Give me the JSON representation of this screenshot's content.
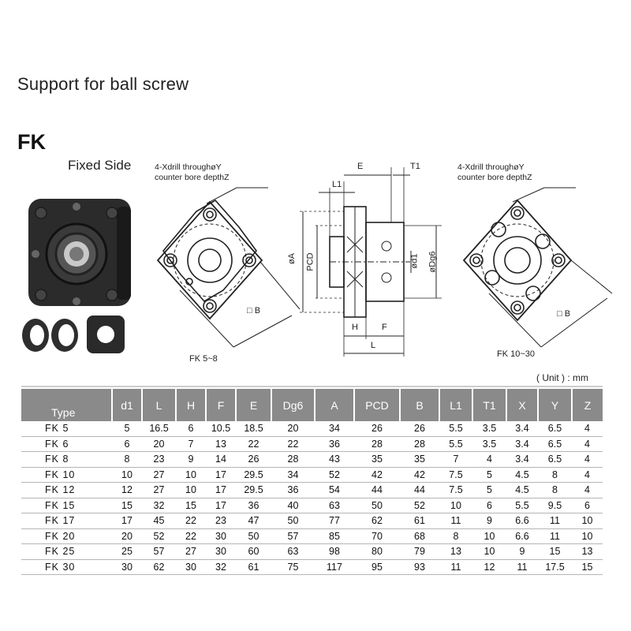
{
  "title": "Support for ball screw",
  "series_name": "FK",
  "subtitle": "Fixed Side",
  "drawing": {
    "note_left": "4-Xdrill throughøY\ncounter bore depthZ",
    "note_right": "4-Xdrill throughøY\ncounter bore depthZ",
    "label_left_model": "FK 5~8",
    "label_right_model": "FK 10~30",
    "dims": {
      "E": "E",
      "T1": "T1",
      "L1": "L1",
      "A": "øA",
      "PCD": "PCD",
      "d1": "ød1",
      "Dg6": "øDg6",
      "H": "H",
      "F": "F",
      "L": "L",
      "B_left": "□ B",
      "B_right": "□ B"
    }
  },
  "unit_label": "( Unit ) : mm",
  "table": {
    "headers": [
      "Type",
      "d1",
      "L",
      "H",
      "F",
      "E",
      "Dg6",
      "A",
      "PCD",
      "B",
      "L1",
      "T1",
      "X",
      "Y",
      "Z"
    ],
    "rows": [
      [
        "FK  5",
        "5",
        "16.5",
        "6",
        "10.5",
        "18.5",
        "20",
        "34",
        "26",
        "26",
        "5.5",
        "3.5",
        "3.4",
        "6.5",
        "4"
      ],
      [
        "FK  6",
        "6",
        "20",
        "7",
        "13",
        "22",
        "22",
        "36",
        "28",
        "28",
        "5.5",
        "3.5",
        "3.4",
        "6.5",
        "4"
      ],
      [
        "FK  8",
        "8",
        "23",
        "9",
        "14",
        "26",
        "28",
        "43",
        "35",
        "35",
        "7",
        "4",
        "3.4",
        "6.5",
        "4"
      ],
      [
        "FK  10",
        "10",
        "27",
        "10",
        "17",
        "29.5",
        "34",
        "52",
        "42",
        "42",
        "7.5",
        "5",
        "4.5",
        "8",
        "4"
      ],
      [
        "FK  12",
        "12",
        "27",
        "10",
        "17",
        "29.5",
        "36",
        "54",
        "44",
        "44",
        "7.5",
        "5",
        "4.5",
        "8",
        "4"
      ],
      [
        "FK  15",
        "15",
        "32",
        "15",
        "17",
        "36",
        "40",
        "63",
        "50",
        "52",
        "10",
        "6",
        "5.5",
        "9.5",
        "6"
      ],
      [
        "FK  17",
        "17",
        "45",
        "22",
        "23",
        "47",
        "50",
        "77",
        "62",
        "61",
        "11",
        "9",
        "6.6",
        "11",
        "10"
      ],
      [
        "FK  20",
        "20",
        "52",
        "22",
        "30",
        "50",
        "57",
        "85",
        "70",
        "68",
        "8",
        "10",
        "6.6",
        "11",
        "10"
      ],
      [
        "FK  25",
        "25",
        "57",
        "27",
        "30",
        "60",
        "63",
        "98",
        "80",
        "79",
        "13",
        "10",
        "9",
        "15",
        "13"
      ],
      [
        "FK  30",
        "30",
        "62",
        "30",
        "32",
        "61",
        "75",
        "117",
        "95",
        "93",
        "11",
        "12",
        "11",
        "17.5",
        "15"
      ]
    ]
  }
}
